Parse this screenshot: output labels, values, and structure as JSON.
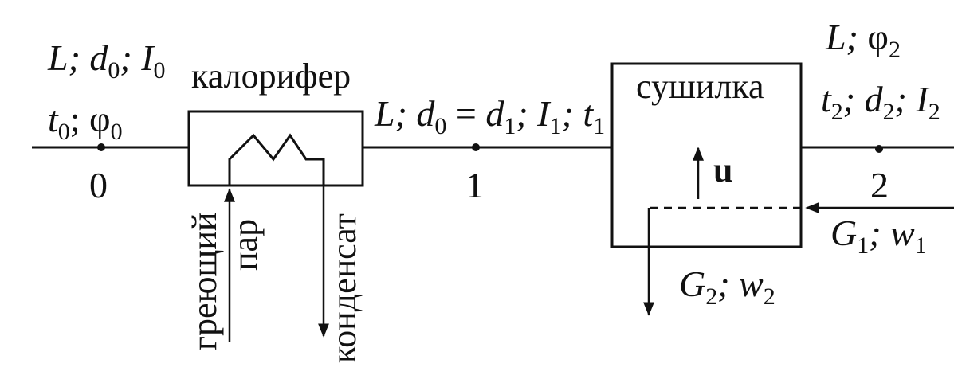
{
  "diagram": {
    "nodes": {
      "heater": {
        "label": "калорифер"
      },
      "dryer": {
        "label": "сушилка",
        "flow_symbol": "u"
      }
    },
    "points": [
      "0",
      "1",
      "2"
    ],
    "streams": {
      "heating_steam_word1": "греющий",
      "heating_steam_word2": "пар",
      "condensate": "конденсат"
    },
    "states": {
      "s0_line1": "L; d0; I0",
      "s0_line2": "t0; φ0",
      "s1": "L; d0 = d1; I1; t1",
      "s2_line1": "L; φ2",
      "s2_line2": "t2; d2; I2",
      "g1": "G1; w1",
      "g2": "G2; w2"
    }
  }
}
